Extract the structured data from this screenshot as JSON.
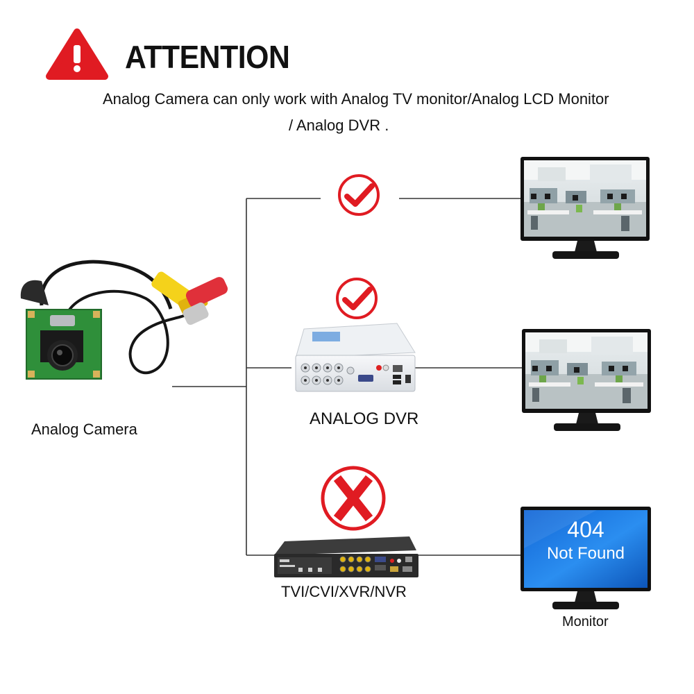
{
  "header": {
    "title": "ATTENTION",
    "message_line1": "Analog Camera can only work with Analog TV monitor/Analog LCD Monitor",
    "message_line2": "/ Analog DVR ."
  },
  "source": {
    "label": "Analog Camera",
    "icon": "analog-camera-board-icon"
  },
  "paths": [
    {
      "status": "compatible",
      "status_icon": "checkmark-icon",
      "device_label": "",
      "target": "office-monitor"
    },
    {
      "status": "compatible",
      "status_icon": "checkmark-icon",
      "device_label": "ANALOG DVR",
      "target": "office-monitor"
    },
    {
      "status": "incompatible",
      "status_icon": "x-mark-icon",
      "device_label": "TVI/CVI/XVR/NVR",
      "target": "error-monitor"
    }
  ],
  "error_screen": {
    "code": "404",
    "message": "Not Found"
  },
  "monitor_label": "Monitor",
  "colors": {
    "alert_red": "#e01b22",
    "line": "#333333",
    "screen_blue": "#1f7fe0",
    "pcb_green": "#2f8f3a"
  }
}
